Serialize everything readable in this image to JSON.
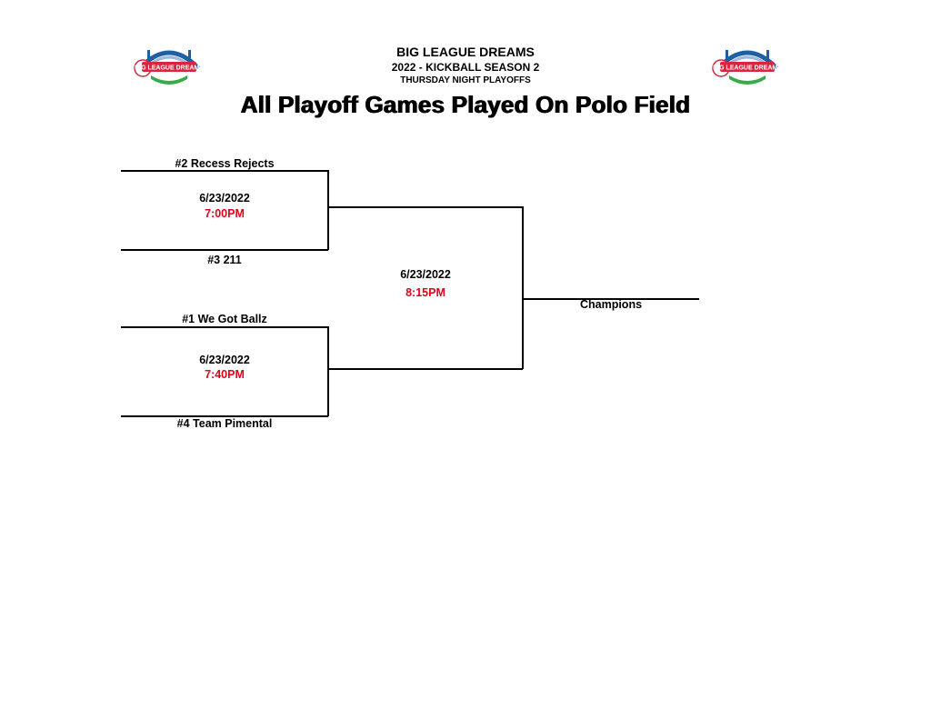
{
  "header": {
    "org": "BIG LEAGUE DREAMS",
    "season": "2022 - KICKBALL SEASON 2",
    "night": "THURSDAY  NIGHT PLAYOFFS",
    "title": "All Playoff Games Played On Polo Field",
    "logo_text": "BIG LEAGUE DREAMS"
  },
  "bracket": {
    "game1": {
      "team_top": "#2 Recess Rejects",
      "team_bottom": "#3 211",
      "date": "6/23/2022",
      "time": "7:00PM"
    },
    "game2": {
      "team_top": "#1 We Got Ballz",
      "team_bottom": "#4 Team Pimental",
      "date": "6/23/2022",
      "time": "7:40PM"
    },
    "final": {
      "date": "6/23/2022",
      "time": "8:15PM"
    },
    "champion_label": "Champions"
  },
  "colors": {
    "time_red": "#e3001b",
    "logo_blue": "#1f5fa8",
    "logo_red": "#d7263d",
    "logo_green": "#3aa94a"
  }
}
